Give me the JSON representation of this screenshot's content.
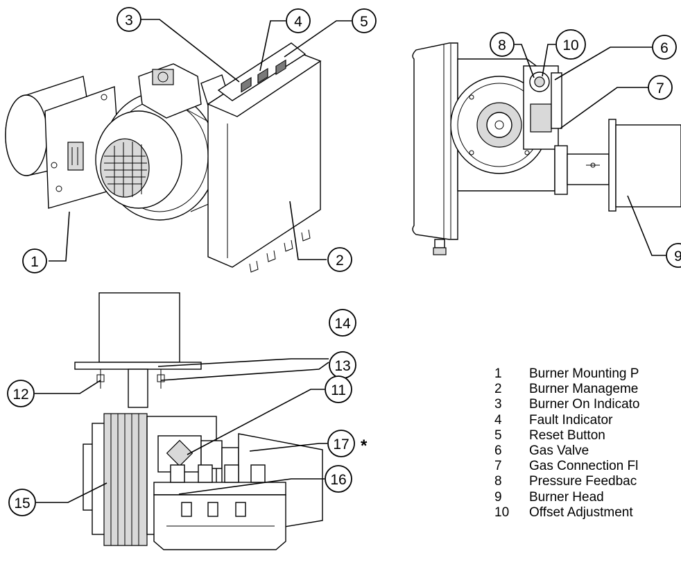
{
  "callouts": {
    "c1": "1",
    "c2": "2",
    "c3": "3",
    "c4": "4",
    "c5": "5",
    "c6": "6",
    "c7": "7",
    "c8": "8",
    "c9": "9",
    "c10": "10",
    "c11": "11",
    "c12": "12",
    "c13": "13",
    "c14": "14",
    "c15": "15",
    "c16": "16",
    "c17": "17"
  },
  "asterisk": "*",
  "legend": [
    {
      "num": "1",
      "label": "Burner Mounting P"
    },
    {
      "num": "2",
      "label": "Burner Manageme"
    },
    {
      "num": "3",
      "label": "Burner On Indicato"
    },
    {
      "num": "4",
      "label": "Fault Indicator"
    },
    {
      "num": "5",
      "label": "Reset Button"
    },
    {
      "num": "6",
      "label": "Gas Valve"
    },
    {
      "num": "7",
      "label": "Gas Connection Fl"
    },
    {
      "num": "8",
      "label": "Pressure Feedbac"
    },
    {
      "num": "9",
      "label": "Burner Head"
    },
    {
      "num": "10",
      "label": "Offset Adjustment"
    }
  ]
}
